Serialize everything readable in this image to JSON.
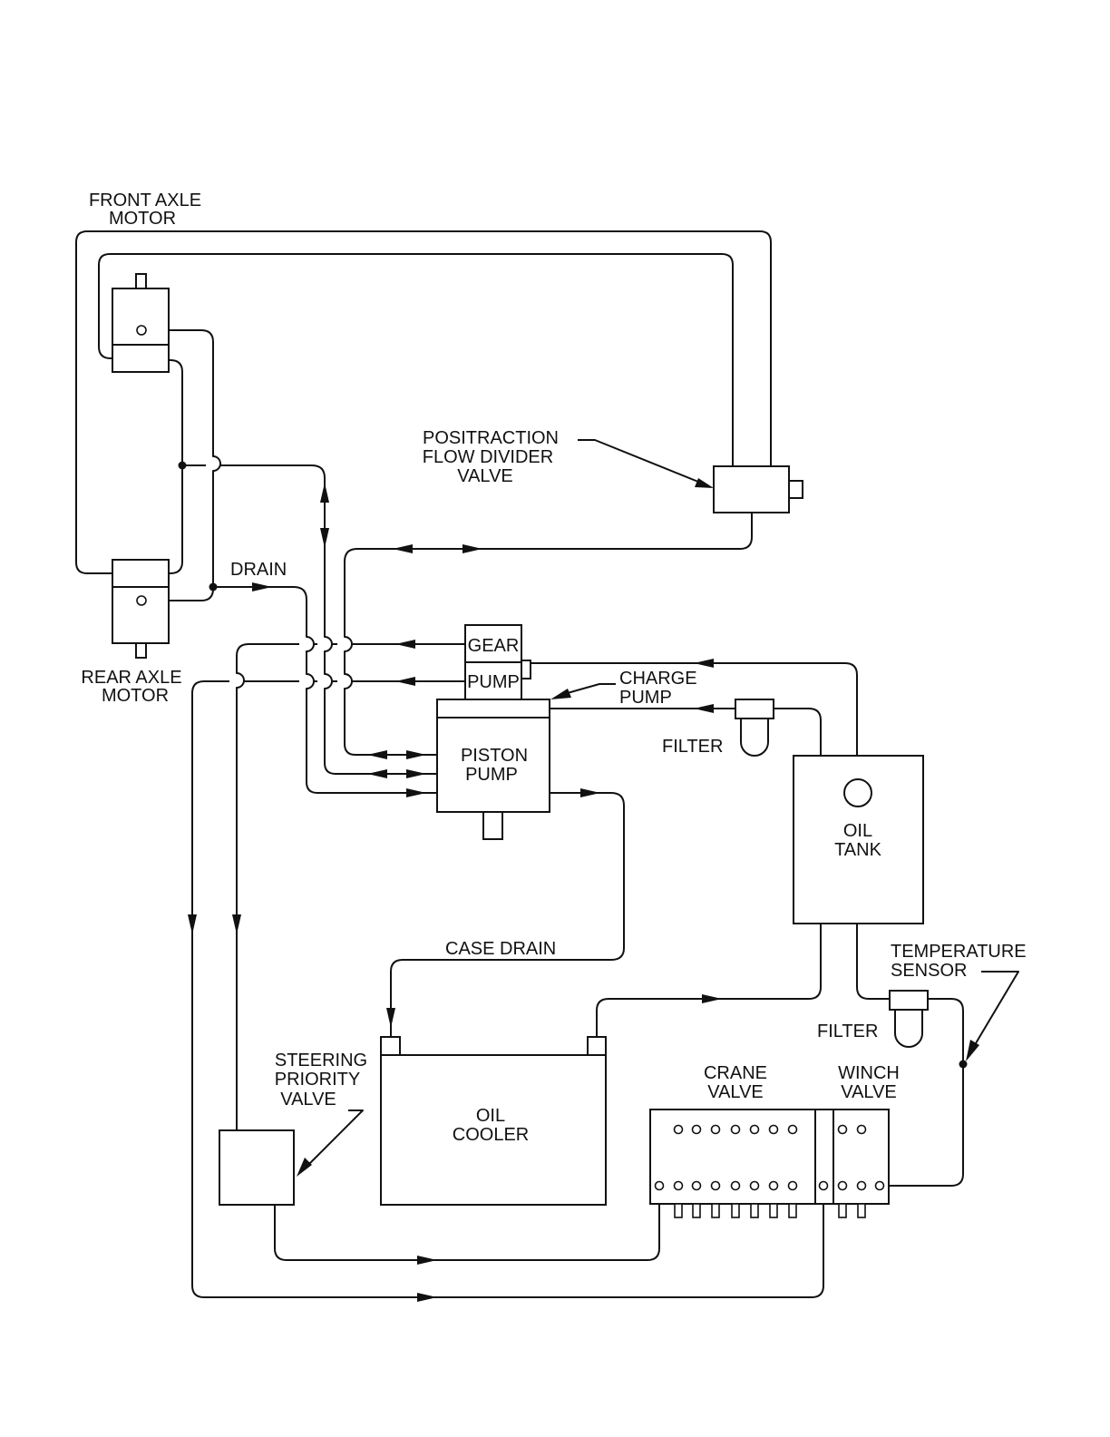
{
  "diagram": {
    "type": "hydraulic-schematic",
    "colors": {
      "line": "#111111",
      "background": "#ffffff"
    },
    "components": {
      "front_axle_motor": {
        "label_line1": "FRONT AXLE",
        "label_line2": "MOTOR"
      },
      "rear_axle_motor": {
        "label_line1": "REAR AXLE",
        "label_line2": "MOTOR"
      },
      "flow_divider": {
        "label_line1": "POSITRACTION",
        "label_line2": "FLOW DIVIDER",
        "label_line3": "VALVE"
      },
      "gear_pump": {
        "label_line1": "GEAR",
        "label_line2": "PUMP"
      },
      "charge_pump": {
        "label_line1": "CHARGE",
        "label_line2": "PUMP"
      },
      "piston_pump": {
        "label_line1": "PISTON",
        "label_line2": "PUMP"
      },
      "charge_filter": {
        "label": "FILTER"
      },
      "oil_tank": {
        "label_line1": "OIL",
        "label_line2": "TANK"
      },
      "return_filter": {
        "label": "FILTER"
      },
      "temperature_sensor": {
        "label_line1": "TEMPERATURE",
        "label_line2": "SENSOR"
      },
      "oil_cooler": {
        "label_line1": "OIL",
        "label_line2": "COOLER"
      },
      "steering_priority_valve": {
        "label_line1": "STEERING",
        "label_line2": "PRIORITY",
        "label_line3": "VALVE"
      },
      "crane_valve": {
        "label_line1": "CRANE",
        "label_line2": "VALVE",
        "top_ports": 7,
        "bottom_ports": 8,
        "spools": 7
      },
      "winch_valve": {
        "label_line1": "WINCH",
        "label_line2": "VALVE",
        "top_ports": 2,
        "bottom_ports": 3,
        "spools": 2
      }
    },
    "line_labels": {
      "drain": "DRAIN",
      "case_drain": "CASE DRAIN"
    }
  }
}
